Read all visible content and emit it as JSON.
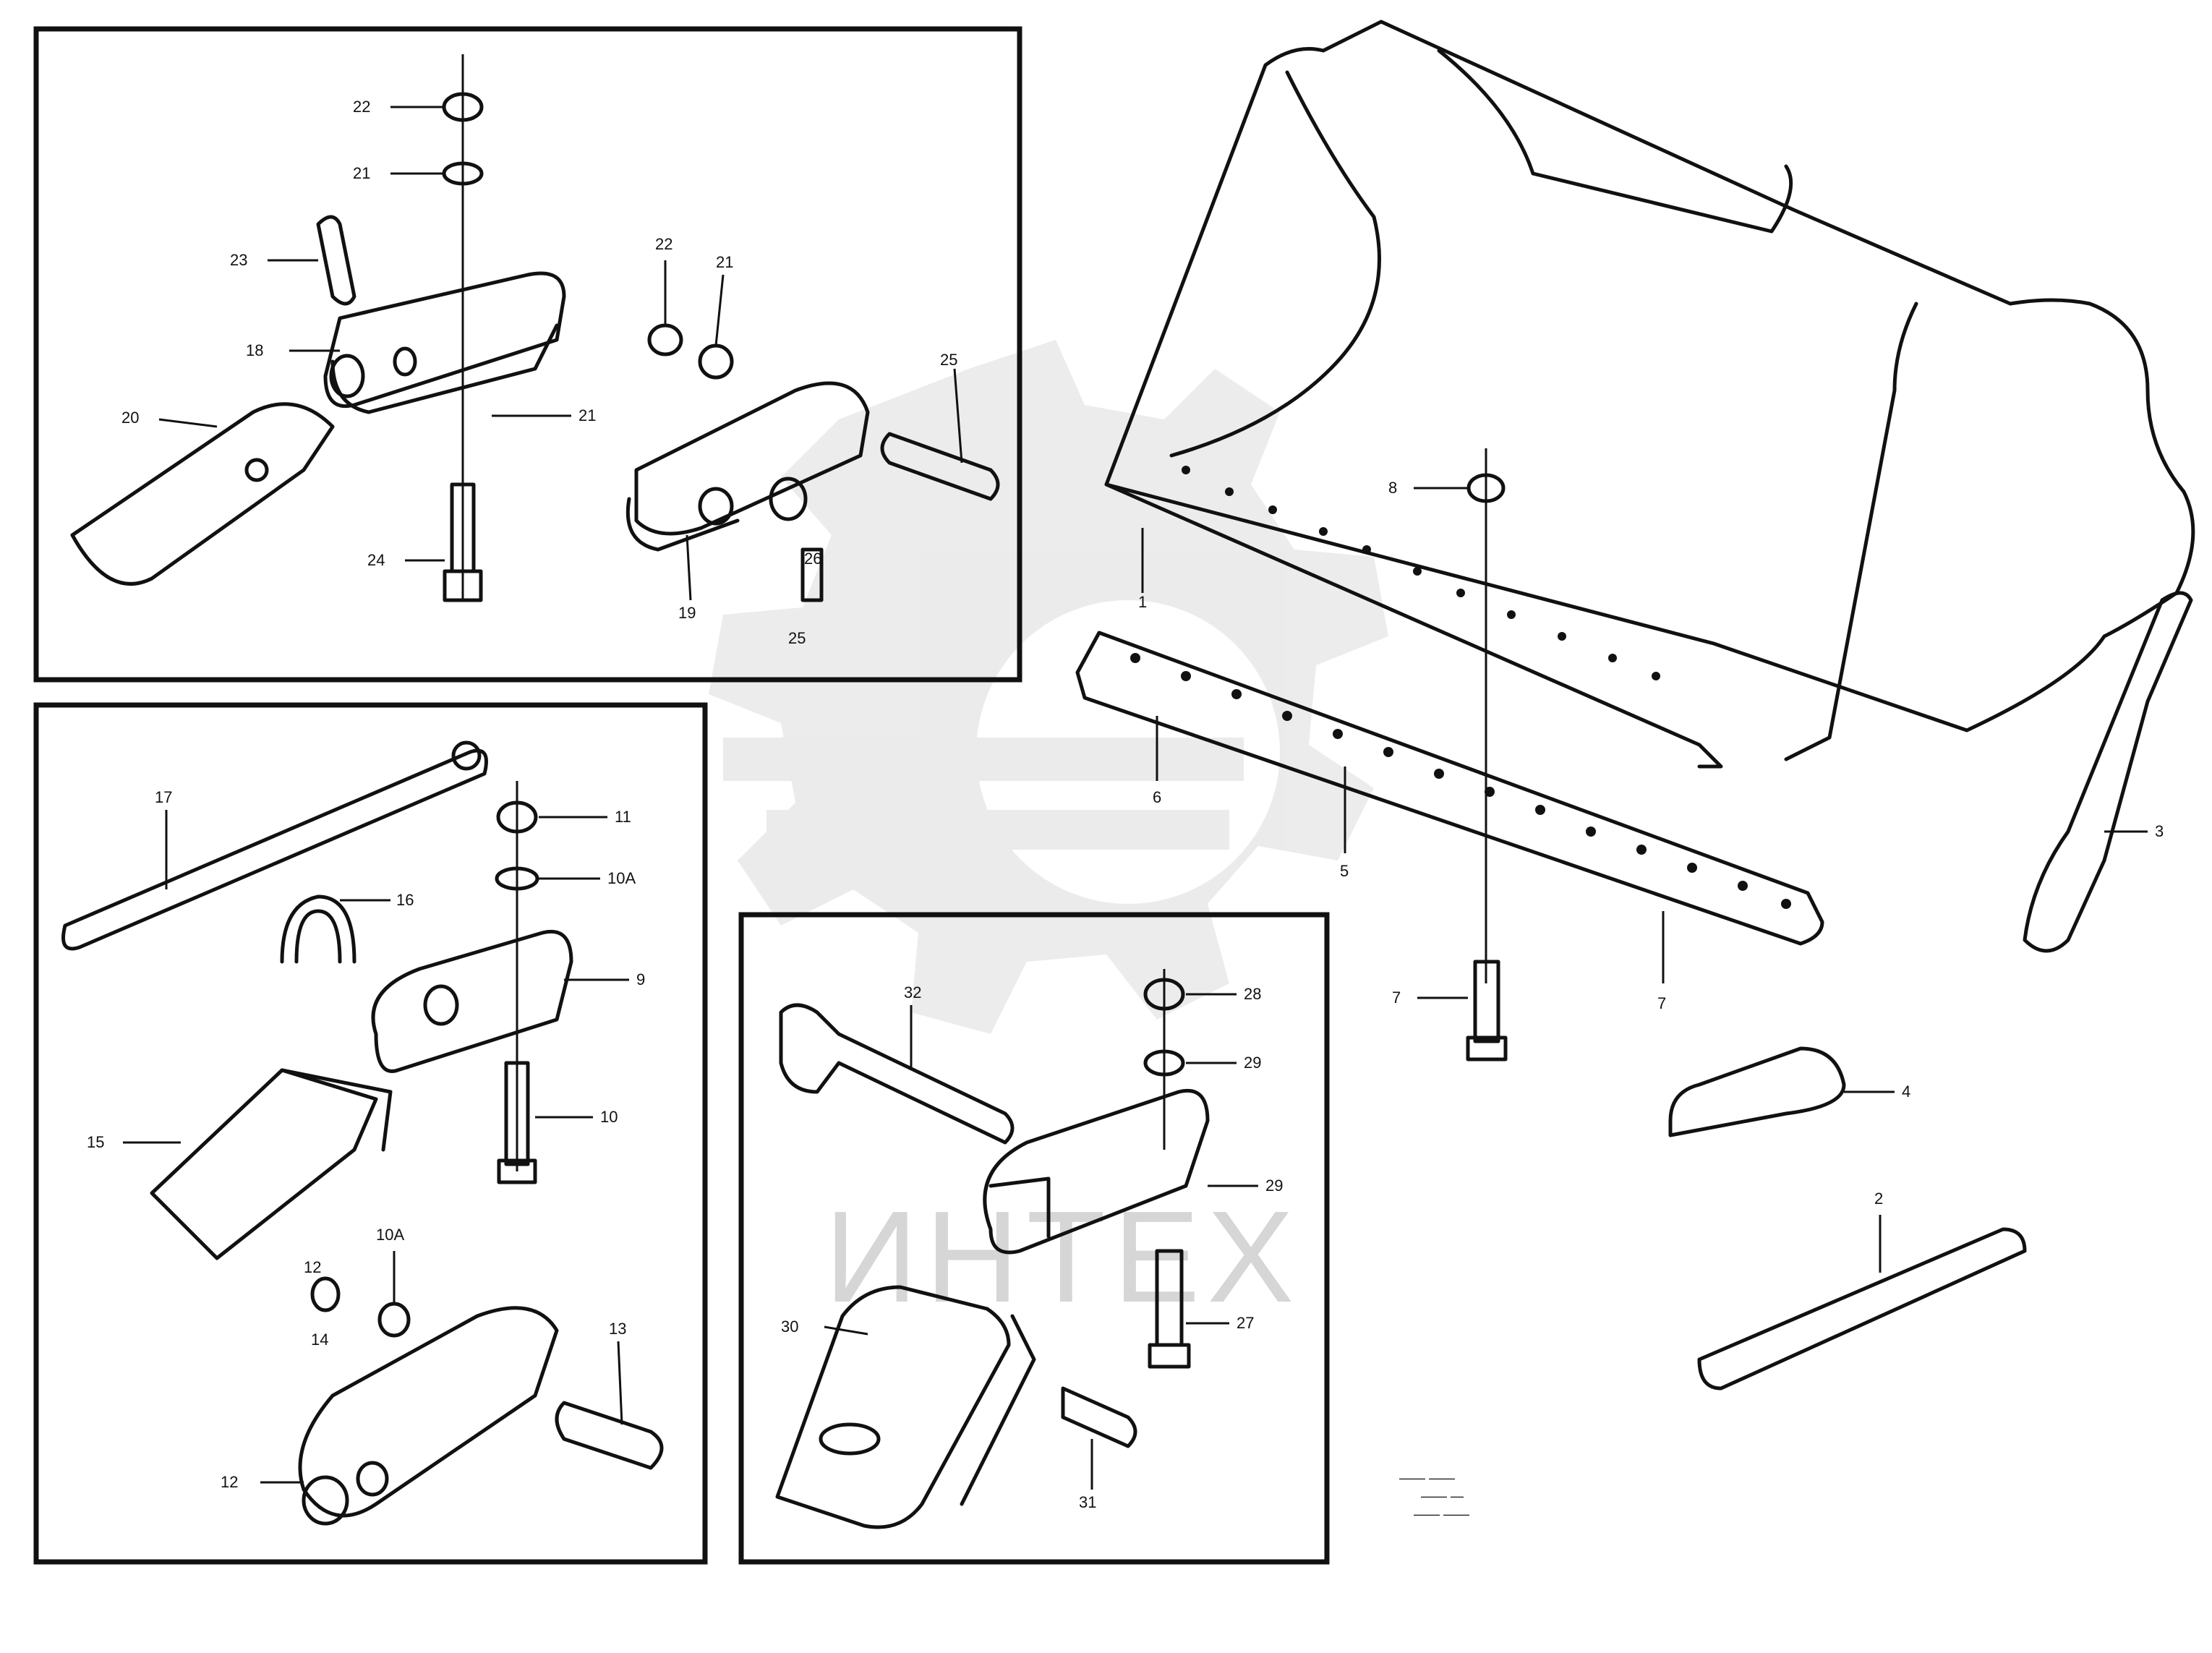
{
  "watermark": {
    "text": "ИНТЕХ",
    "color": "#d6d6d6"
  },
  "drawing_ref": {
    "line1": "—— ——",
    "line2": "—— —",
    "line3": "—— ——"
  },
  "callouts": {
    "b1_top_nut": "22",
    "b1_top_washer": "21",
    "b1_lock": "23",
    "b1_adapter": "18",
    "b1_tooth": "20",
    "b1_washer_r": "21",
    "b1_bolt": "24",
    "b1_pin_top_a": "22",
    "b1_pin_top_b": "21",
    "b1_pin_r": "25",
    "b1_adapter_r": "19",
    "b1_nut_r": "26",
    "b1_stud": "25",
    "b2_wire": "17",
    "b2_clip": "16",
    "b2_nut": "11",
    "b2_washer": "10A",
    "b2_adapter": "9",
    "b2_bolt": "10",
    "b2_tooth": "15",
    "b2_small_a": "12",
    "b2_small_b": "14",
    "b2_washer_b": "10A",
    "b2_pin": "13",
    "b2_adapter_b": "12",
    "b3_pin": "32",
    "b3_nut": "28",
    "b3_washer": "29",
    "b3_adapter": "29",
    "b3_tooth": "30",
    "b3_bolt": "27",
    "b3_spring": "31",
    "main_washer": "8",
    "main_edge": "1",
    "main_bolt_l": "6",
    "main_plate": "5",
    "main_plate_r": "7",
    "main_bolt": "7",
    "main_side_cutter": "3",
    "main_wear_a": "4",
    "main_wear_b": "2"
  }
}
